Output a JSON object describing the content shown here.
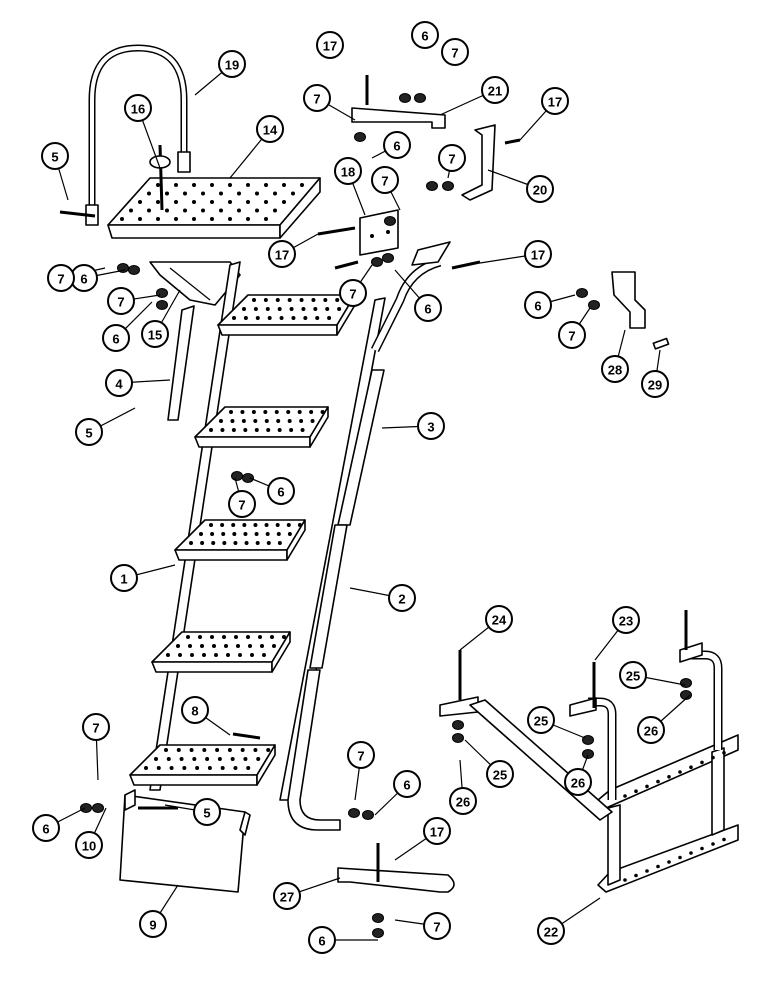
{
  "diagram": {
    "callouts": [
      {
        "id": "c17a",
        "label": "17"
      },
      {
        "id": "c6a",
        "label": "6"
      },
      {
        "id": "c7a",
        "label": "7"
      },
      {
        "id": "c19",
        "label": "19"
      },
      {
        "id": "c16",
        "label": "16"
      },
      {
        "id": "c14",
        "label": "14"
      },
      {
        "id": "c7b",
        "label": "7"
      },
      {
        "id": "c21",
        "label": "21"
      },
      {
        "id": "c17b",
        "label": "17"
      },
      {
        "id": "c5a",
        "label": "5"
      },
      {
        "id": "c6b",
        "label": "6"
      },
      {
        "id": "c7c",
        "label": "7"
      },
      {
        "id": "c18",
        "label": "18"
      },
      {
        "id": "c7d",
        "label": "7"
      },
      {
        "id": "c20",
        "label": "20"
      },
      {
        "id": "c17c",
        "label": "17"
      },
      {
        "id": "c17d",
        "label": "17"
      },
      {
        "id": "c7e",
        "label": "7"
      },
      {
        "id": "c6c",
        "label": "6"
      },
      {
        "id": "c7f",
        "label": "7"
      },
      {
        "id": "c6d",
        "label": "6"
      },
      {
        "id": "c6e",
        "label": "6"
      },
      {
        "id": "c15",
        "label": "15"
      },
      {
        "id": "c7g",
        "label": "7"
      },
      {
        "id": "c6f",
        "label": "6"
      },
      {
        "id": "c7h",
        "label": "7"
      },
      {
        "id": "c28",
        "label": "28"
      },
      {
        "id": "c29",
        "label": "29"
      },
      {
        "id": "c4",
        "label": "4"
      },
      {
        "id": "c5b",
        "label": "5"
      },
      {
        "id": "c3",
        "label": "3"
      },
      {
        "id": "c7i",
        "label": "7"
      },
      {
        "id": "c6g",
        "label": "6"
      },
      {
        "id": "c1",
        "label": "1"
      },
      {
        "id": "c2",
        "label": "2"
      },
      {
        "id": "c24",
        "label": "24"
      },
      {
        "id": "c23",
        "label": "23"
      },
      {
        "id": "c25a",
        "label": "25"
      },
      {
        "id": "c25b",
        "label": "25"
      },
      {
        "id": "c26a",
        "label": "26"
      },
      {
        "id": "c26b",
        "label": "26"
      },
      {
        "id": "c8",
        "label": "8"
      },
      {
        "id": "c7j",
        "label": "7"
      },
      {
        "id": "c7k",
        "label": "7"
      },
      {
        "id": "c6h",
        "label": "6"
      },
      {
        "id": "c6i",
        "label": "6"
      },
      {
        "id": "c10",
        "label": "10"
      },
      {
        "id": "c5c",
        "label": "5"
      },
      {
        "id": "c25c",
        "label": "25"
      },
      {
        "id": "c26c",
        "label": "26"
      },
      {
        "id": "c17e",
        "label": "17"
      },
      {
        "id": "c9",
        "label": "9"
      },
      {
        "id": "c27",
        "label": "27"
      },
      {
        "id": "c6j",
        "label": "6"
      },
      {
        "id": "c7l",
        "label": "7"
      },
      {
        "id": "c22",
        "label": "22"
      }
    ]
  }
}
